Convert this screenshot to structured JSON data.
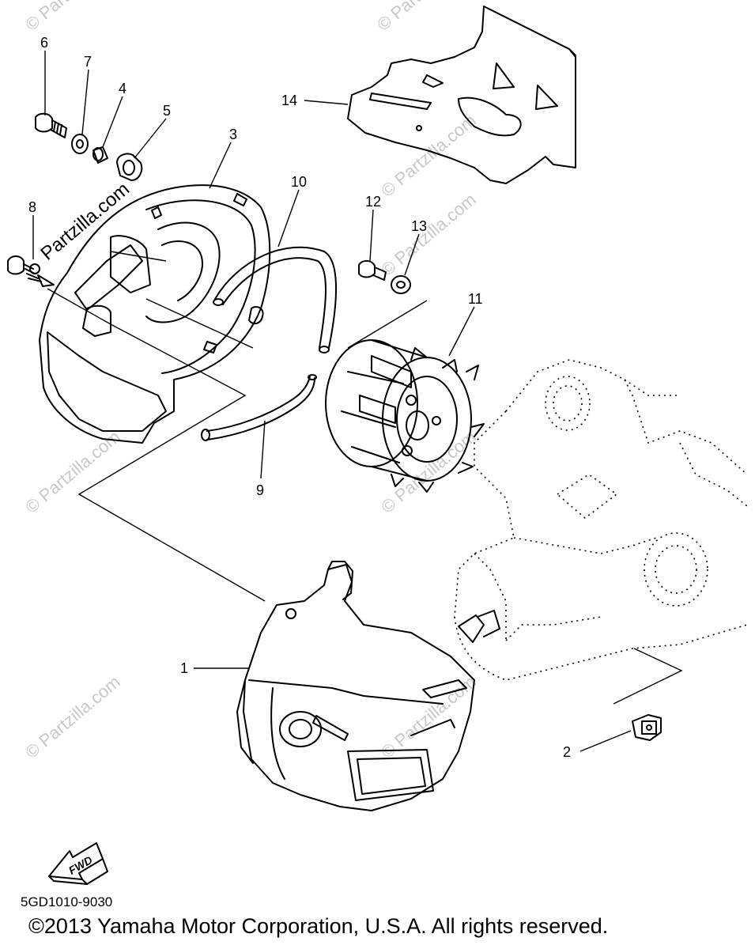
{
  "diagram": {
    "callouts": [
      "1",
      "2",
      "3",
      "4",
      "5",
      "6",
      "7",
      "8",
      "9",
      "10",
      "11",
      "12",
      "13",
      "14"
    ],
    "fwd_label": "FWD",
    "watermark": "Partzilla.com",
    "watermark_small": "© Partzilla.com"
  },
  "footer": {
    "code": "5GD1010-9030",
    "copyright": "©2013 Yamaha Motor Corporation, U.S.A. All rights reserved."
  }
}
